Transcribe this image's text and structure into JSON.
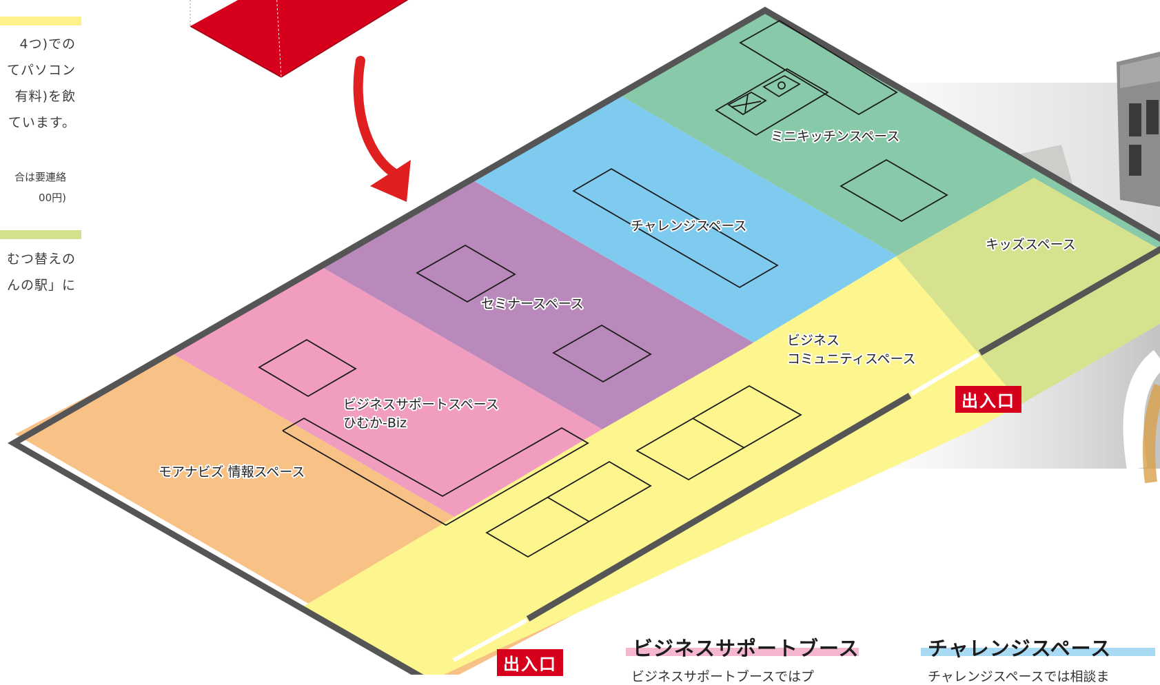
{
  "left_column": {
    "lines": [
      "4つ)での",
      "てパソコン",
      "有料)を飲",
      "ています。"
    ],
    "small_lines": [
      "合は要連絡",
      "00円)"
    ],
    "lines2": [
      "むつ替えの",
      "んの駅」に"
    ],
    "colors": {
      "bar1": "#fdf28a",
      "bar2": "#d3e08c"
    }
  },
  "zones": [
    {
      "id": "info",
      "label": "モアナビズ 情報スペース",
      "color": "#f8c186"
    },
    {
      "id": "biz-support",
      "label_line1": "ビジネスサポートスペース",
      "label_line2": "ひむか-Biz",
      "color": "#f09dc0"
    },
    {
      "id": "seminar",
      "label": "セミナースペース",
      "color": "#b989bb"
    },
    {
      "id": "challenge",
      "label": "チャレンジスペース",
      "color": "#7fcbf0"
    },
    {
      "id": "kitchen",
      "label": "ミニキッチンスペース",
      "color": "#87c9a9"
    },
    {
      "id": "kids",
      "label": "キッズスペース",
      "color": "#d6e28d"
    },
    {
      "id": "community",
      "label_line1": "ビジネス",
      "label_line2": "コミュニティスペース",
      "color": "#fdf68e"
    }
  ],
  "entrances": {
    "label": "出入口"
  },
  "bottom": {
    "headings": [
      "ビジネスサポートブース",
      "チャレンジスペース"
    ],
    "subtexts": [
      "ビジネスサポートブースではプ",
      "チャレンジスペースでは相談ま"
    ],
    "highlight_colors": [
      "#f5b6cf",
      "#a9daf4"
    ]
  },
  "colors": {
    "wall": "#555555",
    "arrow": "#e02020",
    "block": "#d6001c",
    "outline": "#1a1a1a"
  }
}
